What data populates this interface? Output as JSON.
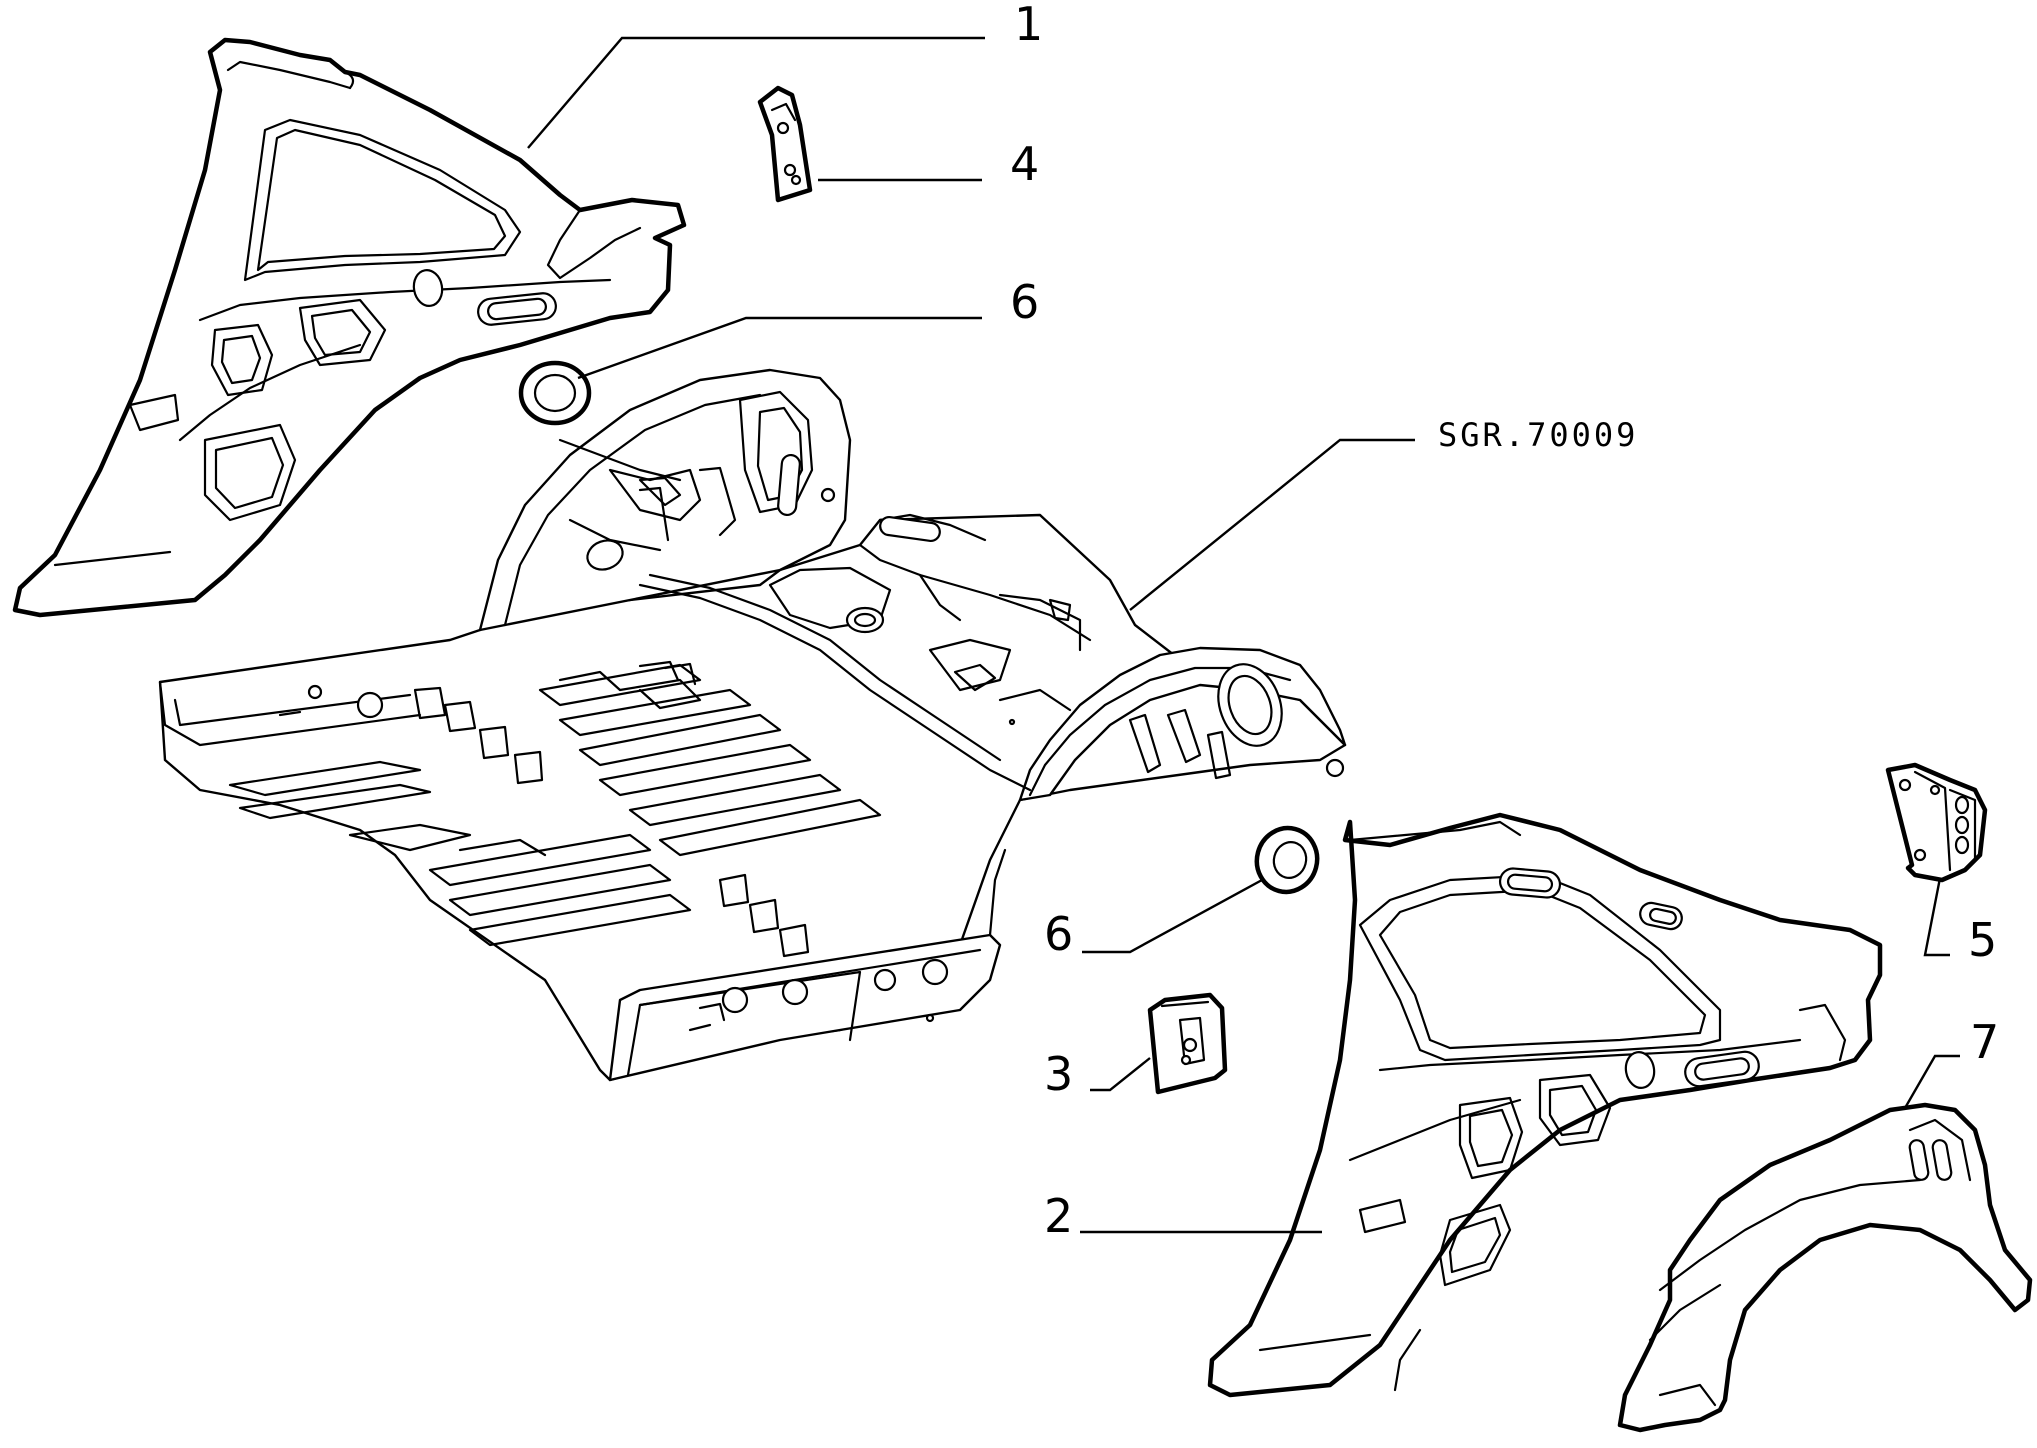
{
  "diagram": {
    "reference_code": "SGR.70009",
    "callouts": [
      {
        "id": "1",
        "label": "1"
      },
      {
        "id": "4",
        "label": "4"
      },
      {
        "id": "6a",
        "label": "6"
      },
      {
        "id": "6b",
        "label": "6"
      },
      {
        "id": "3",
        "label": "3"
      },
      {
        "id": "2",
        "label": "2"
      },
      {
        "id": "5",
        "label": "5"
      },
      {
        "id": "7",
        "label": "7"
      }
    ]
  }
}
